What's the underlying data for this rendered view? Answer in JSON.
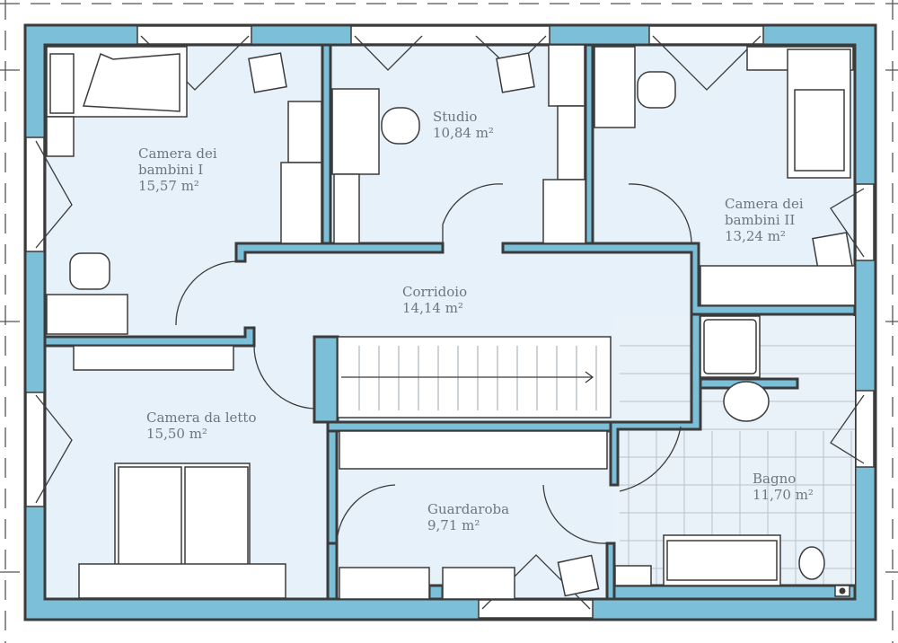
{
  "colors": {
    "wall": "#7bbfd9",
    "room": "#e6f1f9",
    "line": "#3b3b3b",
    "label": "#6b7780"
  },
  "rooms": [
    {
      "name_lines": [
        "Camera dei",
        "bambini I"
      ],
      "area": "15,57 m²"
    },
    {
      "name_lines": [
        "Studio"
      ],
      "area": "10,84 m²"
    },
    {
      "name_lines": [
        "Camera dei",
        "bambini II"
      ],
      "area": "13,24 m²"
    },
    {
      "name_lines": [
        "Corridoio"
      ],
      "area": "14,14 m²"
    },
    {
      "name_lines": [
        "Camera da letto"
      ],
      "area": "15,50 m²"
    },
    {
      "name_lines": [
        "Guardaroba"
      ],
      "area": "9,71 m²"
    },
    {
      "name_lines": [
        "Bagno"
      ],
      "area": "11,70 m²"
    }
  ]
}
